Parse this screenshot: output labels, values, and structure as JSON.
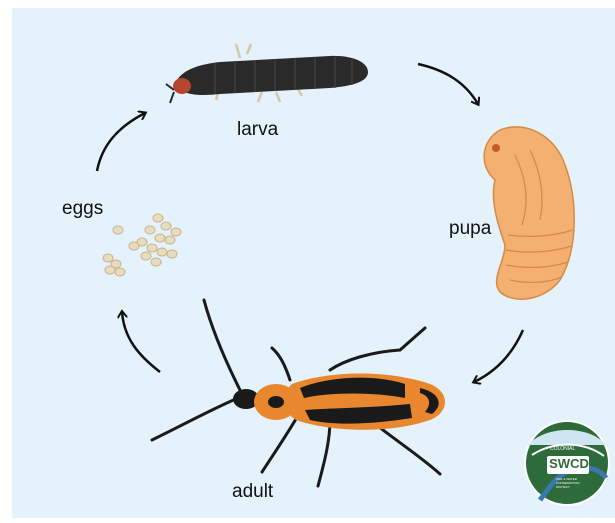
{
  "stages": {
    "larva": "larva",
    "pupa": "pupa",
    "adult": "adult",
    "eggs": "eggs"
  },
  "logo": {
    "text": "SWCD",
    "small_text": "COLONIAL",
    "tiny_text": "SOIL & WATER CONSERVATION DISTRICT"
  },
  "colors": {
    "background": "#e3f2fb",
    "larva": "#2a2a2a",
    "pupa": "#f3b070",
    "adult_orange": "#e8872e",
    "adult_black": "#1a1a1a",
    "logo_green": "#2e6b3a",
    "logo_blue": "#3a78b0"
  }
}
